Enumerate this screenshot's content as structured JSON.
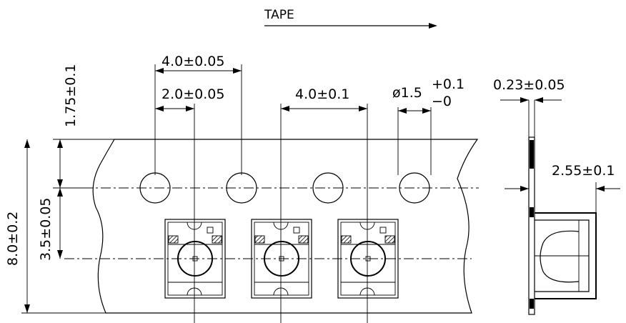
{
  "title": "TAPE",
  "dimensions": {
    "pitch_4_0": "4.0±0.05",
    "pitch_2_0": "2.0±0.05",
    "pitch_4_0b": "4.0±0.1",
    "hole_dia": "ø1.5",
    "hole_tol_plus": "+0.1",
    "hole_tol_minus": "−0",
    "thickness": "0.23±0.05",
    "depth": "2.55±0.1",
    "edge_1_75": "1.75±0.1",
    "offset_3_5": "3.5±0.05",
    "width_8_0": "8.0±0.2"
  }
}
